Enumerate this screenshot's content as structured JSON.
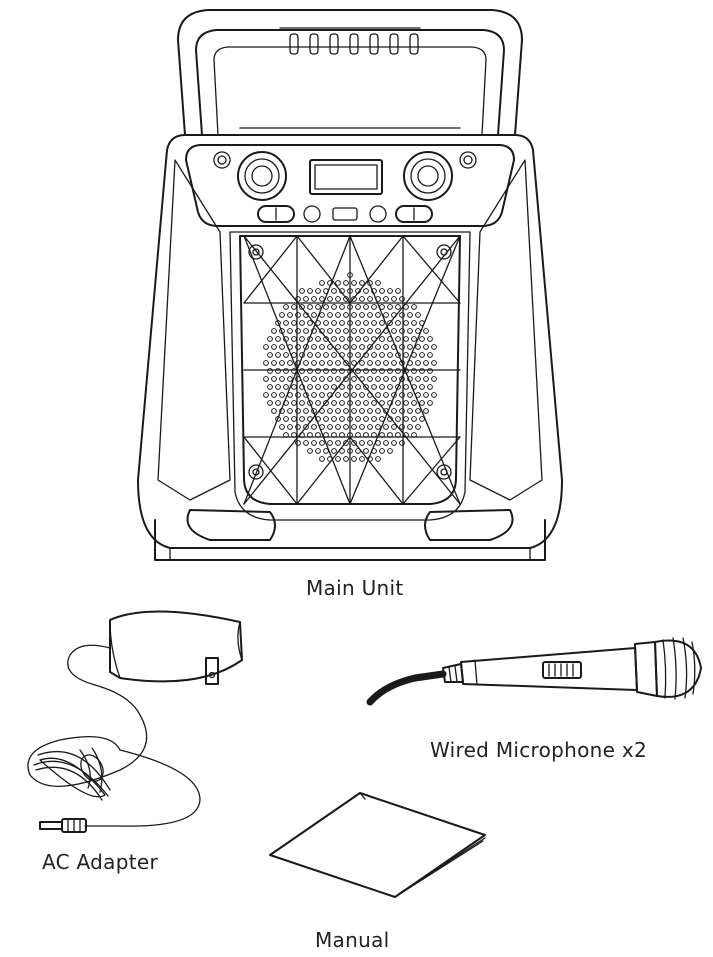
{
  "items": {
    "main_unit": {
      "label": "Main Unit"
    },
    "wired_microphone": {
      "label": "Wired Microphone x2"
    },
    "ac_adapter": {
      "label": "AC Adapter"
    },
    "manual": {
      "label": "Manual"
    }
  },
  "colors": {
    "line": "#1a1a1a",
    "background": "#ffffff",
    "text": "#222222"
  }
}
